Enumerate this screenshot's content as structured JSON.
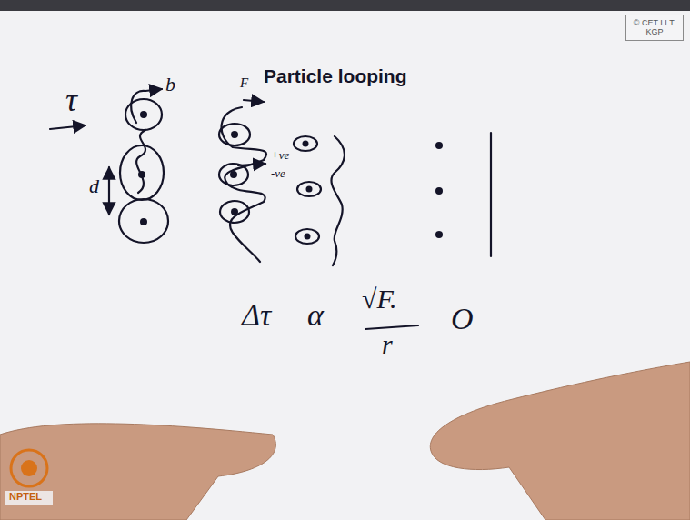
{
  "diagram": {
    "title": "Particle looping",
    "nodes": [
      {
        "text": [
          "© CET I.I.T. KGP"
        ]
      }
    ],
    "labels": [
      "τ",
      "b",
      "d",
      "F",
      "+ve",
      "-ve",
      "Δτ",
      "α",
      "√F.",
      "r",
      "O",
      "NPTEL"
    ]
  }
}
